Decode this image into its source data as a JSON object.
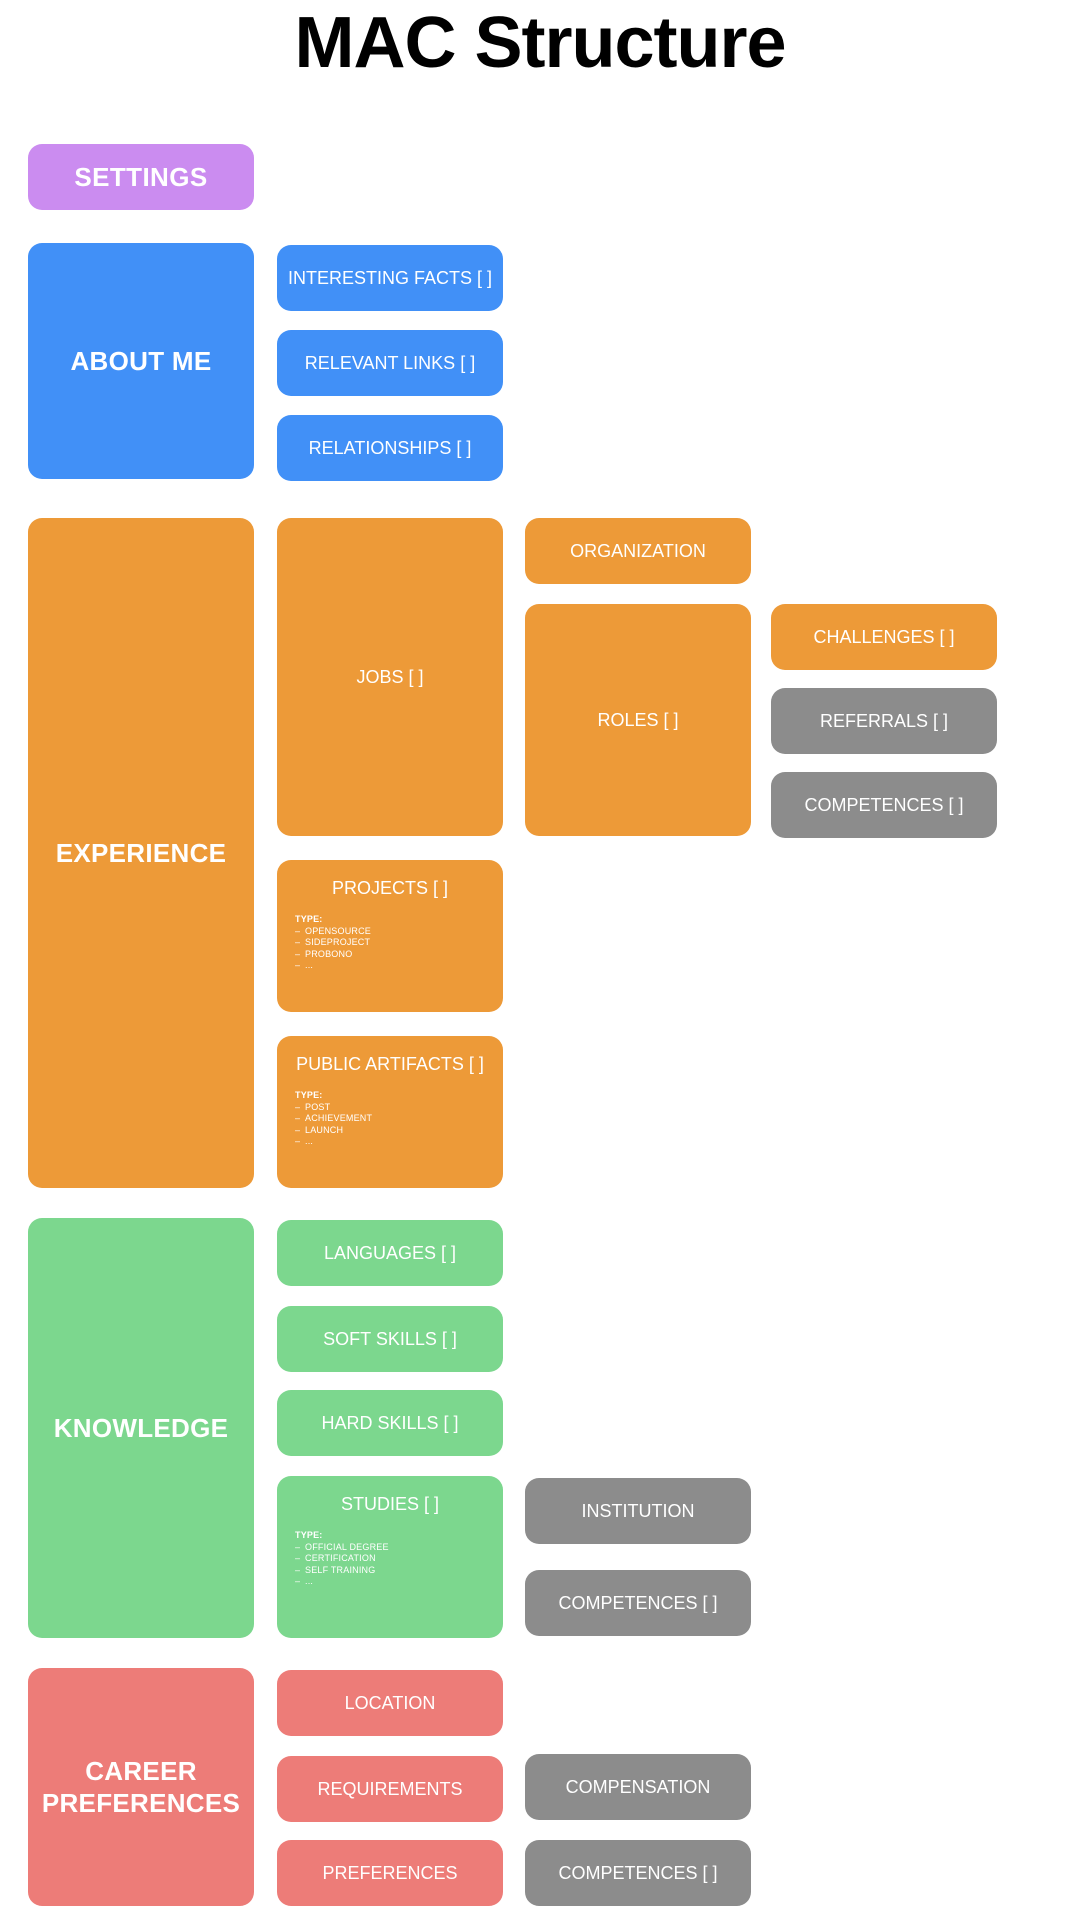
{
  "page": {
    "title": "MAC Structure",
    "background": "#ffffff"
  },
  "colors": {
    "purple": "#cb8cf0",
    "blue": "#4190f7",
    "orange": "#ed9a38",
    "green": "#7cd78e",
    "red": "#ed7c78",
    "gray": "#8c8c8c",
    "text_on_box": "#ffffff",
    "title_color": "#000000"
  },
  "sections": {
    "settings": {
      "label": "SETTINGS",
      "color": "#cb8cf0"
    },
    "about_me": {
      "label": "ABOUT ME",
      "color": "#4190f7",
      "children": [
        {
          "label": "INTERESTING FACTS [ ]"
        },
        {
          "label": "RELEVANT LINKS [ ]"
        },
        {
          "label": "RELATIONSHIPS [ ]"
        }
      ]
    },
    "experience": {
      "label": "EXPERIENCE",
      "color": "#ed9a38",
      "jobs": {
        "label": "JOBS [ ]",
        "organization": {
          "label": "ORGANIZATION"
        },
        "roles": {
          "label": "ROLES [ ]",
          "children": [
            {
              "label": "CHALLENGES [ ]",
              "color": "#ed9a38"
            },
            {
              "label": "REFERRALS [ ]",
              "color": "#8c8c8c"
            },
            {
              "label": "COMPETENCES [ ]",
              "color": "#8c8c8c"
            }
          ]
        }
      },
      "projects": {
        "label": "PROJECTS [ ]",
        "type_heading": "TYPE:",
        "types": [
          "OPENSOURCE",
          "SIDEPROJECT",
          "PROBONO",
          "..."
        ]
      },
      "public_artifacts": {
        "label": "PUBLIC ARTIFACTS [ ]",
        "type_heading": "TYPE:",
        "types": [
          "POST",
          "ACHIEVEMENT",
          "LAUNCH",
          "..."
        ]
      }
    },
    "knowledge": {
      "label": "KNOWLEDGE",
      "color": "#7cd78e",
      "children": [
        {
          "label": "LANGUAGES [ ]"
        },
        {
          "label": "SOFT SKILLS [ ]"
        },
        {
          "label": "HARD SKILLS [ ]"
        }
      ],
      "studies": {
        "label": "STUDIES [ ]",
        "type_heading": "TYPE:",
        "types": [
          "OFFICIAL DEGREE",
          "CERTIFICATION",
          "SELF TRAINING",
          "..."
        ],
        "children": [
          {
            "label": "INSTITUTION",
            "color": "#8c8c8c"
          },
          {
            "label": "COMPETENCES [ ]",
            "color": "#8c8c8c"
          }
        ]
      }
    },
    "career_preferences": {
      "label": "CAREER PREFERENCES",
      "label_line1": "CAREER",
      "label_line2": "PREFERENCES",
      "color": "#ed7c78",
      "children": [
        {
          "label": "LOCATION",
          "color": "#ed7c78"
        },
        {
          "label": "REQUIREMENTS",
          "color": "#ed7c78"
        },
        {
          "label": "PREFERENCES",
          "color": "#ed7c78"
        }
      ],
      "third_column": [
        {
          "label": "COMPENSATION",
          "color": "#8c8c8c"
        },
        {
          "label": "COMPETENCES [ ]",
          "color": "#8c8c8c"
        }
      ]
    }
  }
}
